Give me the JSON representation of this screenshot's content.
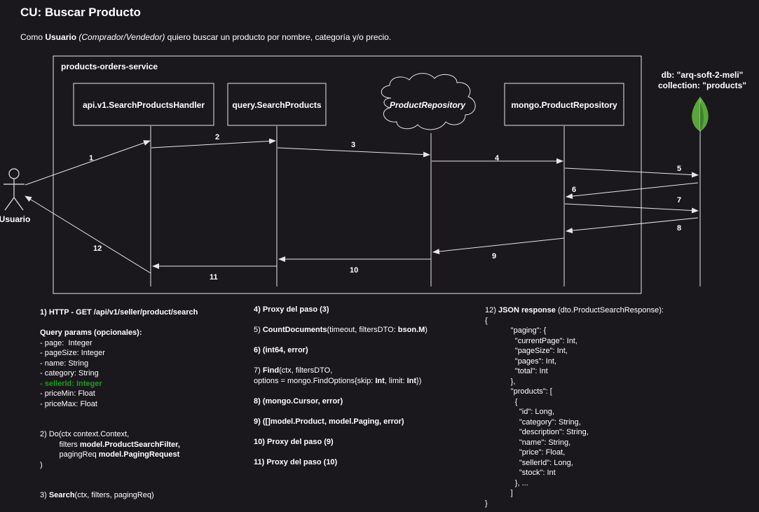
{
  "title": "CU: Buscar Producto",
  "story": {
    "prefix": "Como ",
    "actor": "Usuario",
    "roles": "(Comprador/Vendedor)",
    "suffix": " quiero buscar un producto por nombre, categoría y/o precio."
  },
  "service_name": "products-orders-service",
  "actor_label": "Usuario",
  "participants": [
    "api.v1.SearchProductsHandler",
    "query.SearchProducts",
    "ProductRepository",
    "mongo.ProductRepository"
  ],
  "db": {
    "line1": "db: \"arq-soft-2-meli\"",
    "line2": "collection: \"products\""
  },
  "messages": [
    "1",
    "2",
    "3",
    "4",
    "5",
    "6",
    "7",
    "8",
    "9",
    "10",
    "11",
    "12"
  ],
  "notes_left": {
    "n1_title": "1) HTTP - GET /api/v1/seller/product/search",
    "params_title": "Query params (opcionales):",
    "params": [
      "- page:  Integer",
      "- pageSize: Integer",
      "- name: String",
      "- category: String"
    ],
    "param_highlight": "- sellerId: Integer",
    "params_rest": [
      "- priceMin: Float",
      "- priceMax: Float"
    ],
    "n2_l1": "2) Do(ctx context.Context,",
    "n2_l2a": "         filters ",
    "n2_l2b": "model.ProductSearchFilter,",
    "n2_l3a": "         pagingReq ",
    "n2_l3b": "model.PagingRequest",
    "n2_l4": ")",
    "n3a": "3) ",
    "n3b": "Search",
    "n3c": "(ctx, filters, pagingReq)"
  },
  "notes_mid": {
    "n4": "4) Proxy del paso (3)",
    "n5a": "5) ",
    "n5b": "CountDocuments",
    "n5c": "(timeout, filtersDTO: ",
    "n5d": "bson.M",
    "n5e": ")",
    "n6": "6) (int64, error)",
    "n7a": "7) ",
    "n7b": "Find",
    "n7c": "(ctx, filtersDTO,",
    "n7d": "options = mongo.FindOptions{skip: ",
    "n7e": "Int",
    "n7f": ", limit: ",
    "n7g": "Int",
    "n7h": "})",
    "n8": "8) (mongo.Cursor, error)",
    "n9": "9) ([]model.Product, model.Paging, error)",
    "n10": "10) Proxy del paso (9)",
    "n11": "11) Proxy del paso (10)"
  },
  "notes_right": {
    "n12a": "12) ",
    "n12b": "JSON response",
    "n12c": " (dto.ProductSearchResponse):",
    "lines": [
      "{",
      "            \"paging\": {",
      "              \"currentPage\": Int,",
      "              \"pageSize\": Int,",
      "              \"pages\": Int,",
      "              \"total\": Int",
      "            },",
      "            \"products\": [",
      "              {",
      "                \"id\": Long,",
      "                \"category\": String,",
      "                \"description\": String,",
      "                \"name\": String,",
      "                \"price\": Float,",
      "                \"sellerId\": Long,",
      "                \"stock\": Int",
      "              }, ...",
      "            ]",
      "}"
    ]
  },
  "colors": {
    "background": "#1b181d",
    "line": "#e6e6e6",
    "highlight": "#1e9b1e",
    "mongo_leaf": "#59a63b"
  }
}
